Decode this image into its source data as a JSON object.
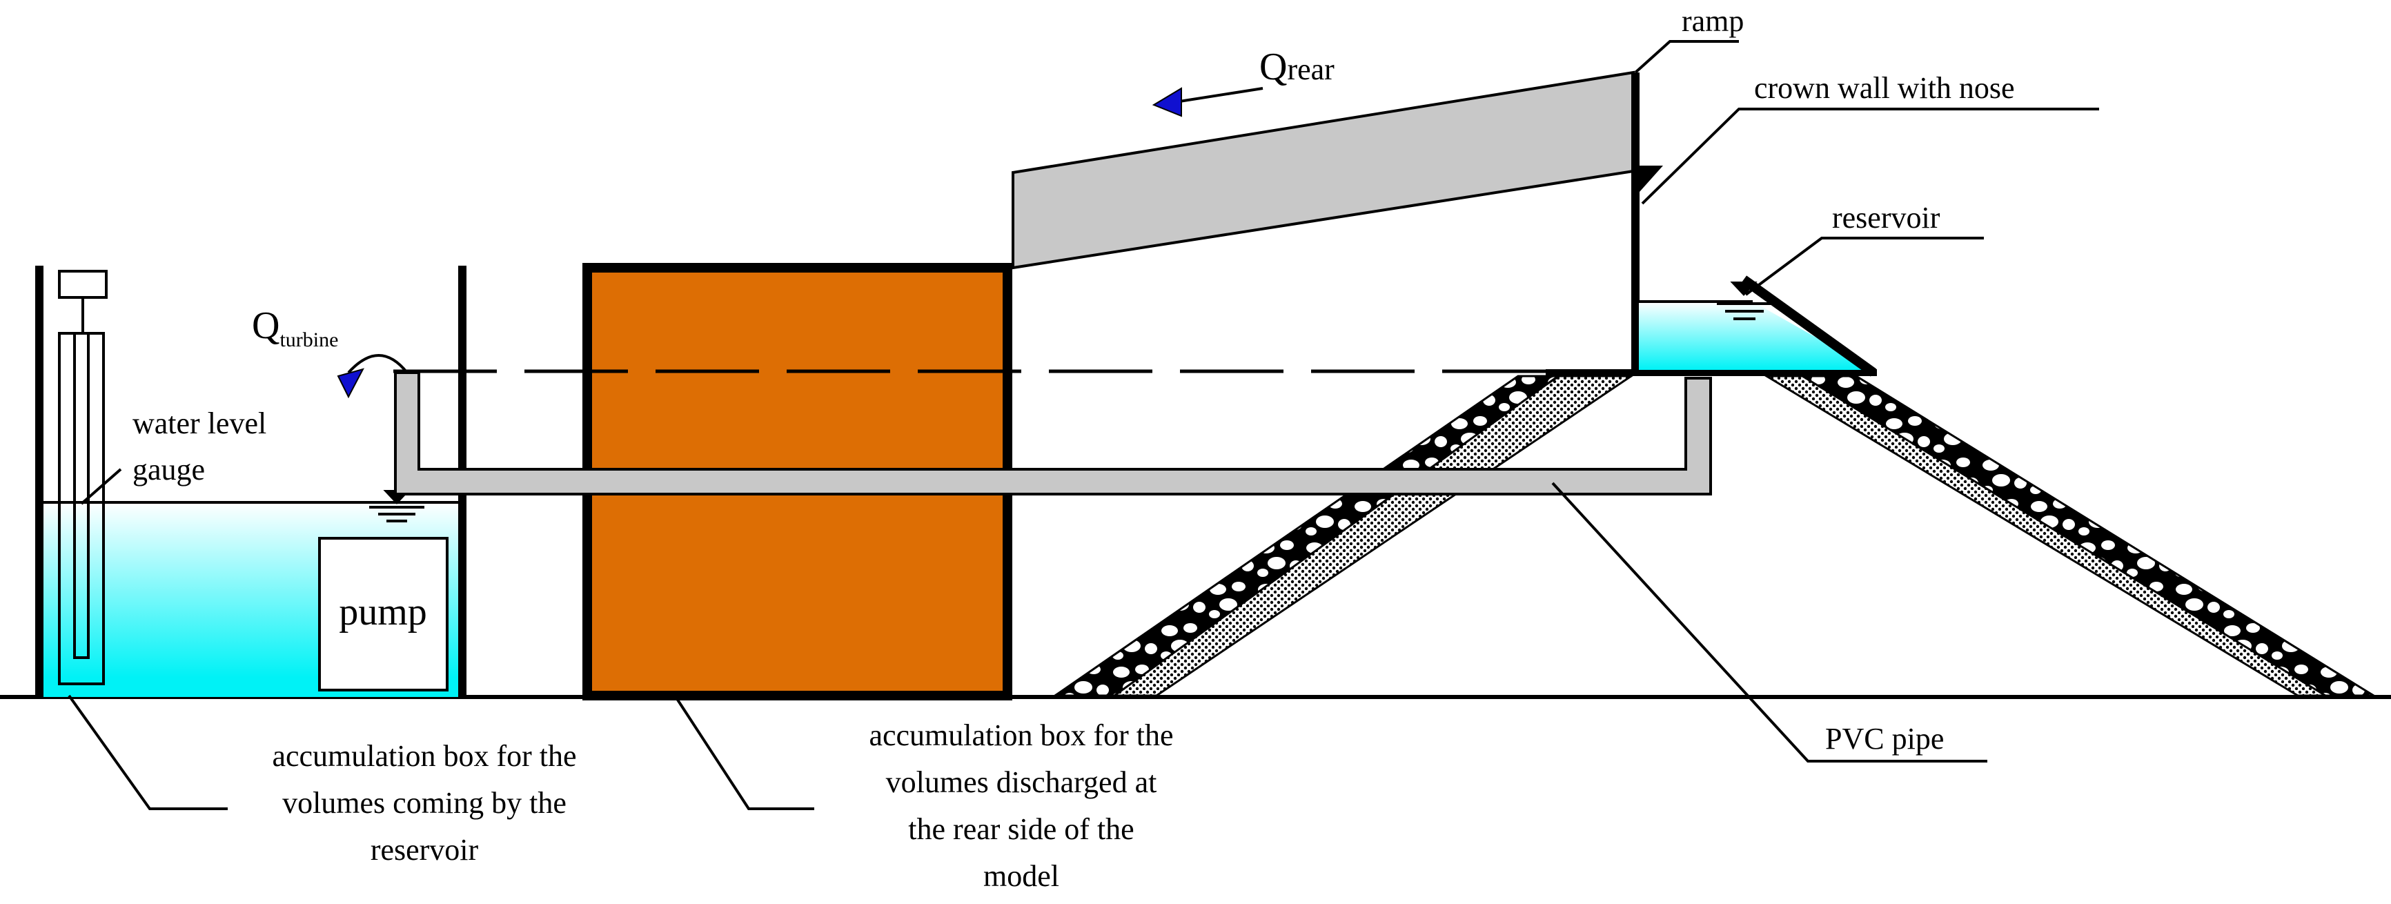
{
  "labels": {
    "ramp": "ramp",
    "crown_wall": "crown wall with nose",
    "reservoir": "reservoir",
    "q_rear_main": "Q",
    "q_rear_sub": "rear",
    "q_turbine_main": "Q",
    "q_turbine_sub": "turbine",
    "water_level_gauge_line1": "water level",
    "water_level_gauge_line2": "gauge",
    "pump": "pump",
    "pvc_pipe": "PVC pipe",
    "acc_box_reservoir": [
      "accumulation box for the",
      "volumes coming by the",
      "reservoir"
    ],
    "acc_box_rear": [
      "accumulation box for the",
      "volumes discharged at",
      "the rear side of the",
      "model"
    ]
  },
  "colors": {
    "water": "#00f2f6",
    "orange_box": "#dd6e04",
    "ramp": "#c8c8c8",
    "pipe": "#c8c8c8",
    "arrow": "#1010d0"
  }
}
